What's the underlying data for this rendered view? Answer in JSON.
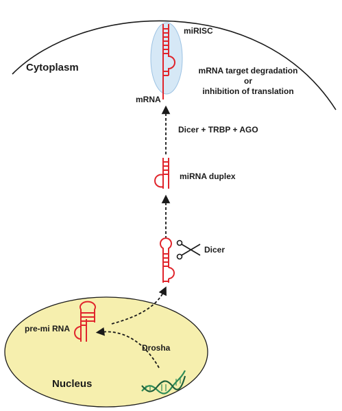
{
  "labels": {
    "cytoplasm": "Cytoplasm",
    "mirisc": "miRISC",
    "mrna": "mRNA",
    "outcome_line1": "mRNA target degradation",
    "outcome_line2": "or",
    "outcome_line3": "inhibition of translation",
    "step_loading": "Dicer + TRBP + AGO",
    "mirna_duplex": "miRNA duplex",
    "dicer": "Dicer",
    "pre_mirna": "pre-mi RNA",
    "drosha": "Drosha",
    "nucleus": "Nucleus"
  },
  "icons": {
    "dicer_cut": "scissors-icon",
    "gene": "dna-helix-icon"
  },
  "colors": {
    "rna": "#e0242b",
    "nucleus_fill": "#f6efae",
    "nucleus_stroke": "#1a1a1a",
    "risc_fill": "#d6e8f6",
    "risc_stroke": "#9cc2e3",
    "membrane": "#1a1a1a",
    "arrow": "#1a1a1a",
    "dna": "#2e8b57"
  }
}
